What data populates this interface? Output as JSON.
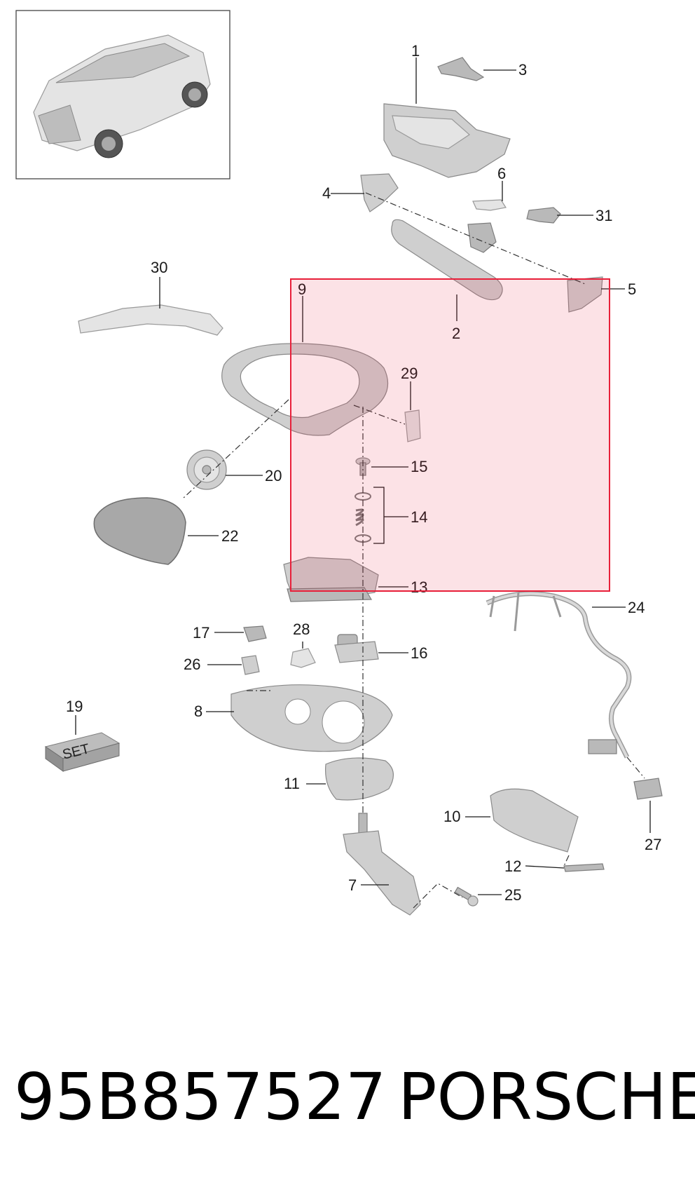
{
  "callouts": [
    "1",
    "2",
    "3",
    "4",
    "5",
    "6",
    "7",
    "8",
    "9",
    "10",
    "11",
    "12",
    "13",
    "14",
    "15",
    "16",
    "17",
    "19",
    "20",
    "22",
    "24",
    "25",
    "26",
    "27",
    "28",
    "29",
    "30",
    "31"
  ],
  "set_label": "SET",
  "highlight_color": "#e8203a",
  "footer": {
    "part_number": "95B857527",
    "brand": "PORSCHE"
  }
}
